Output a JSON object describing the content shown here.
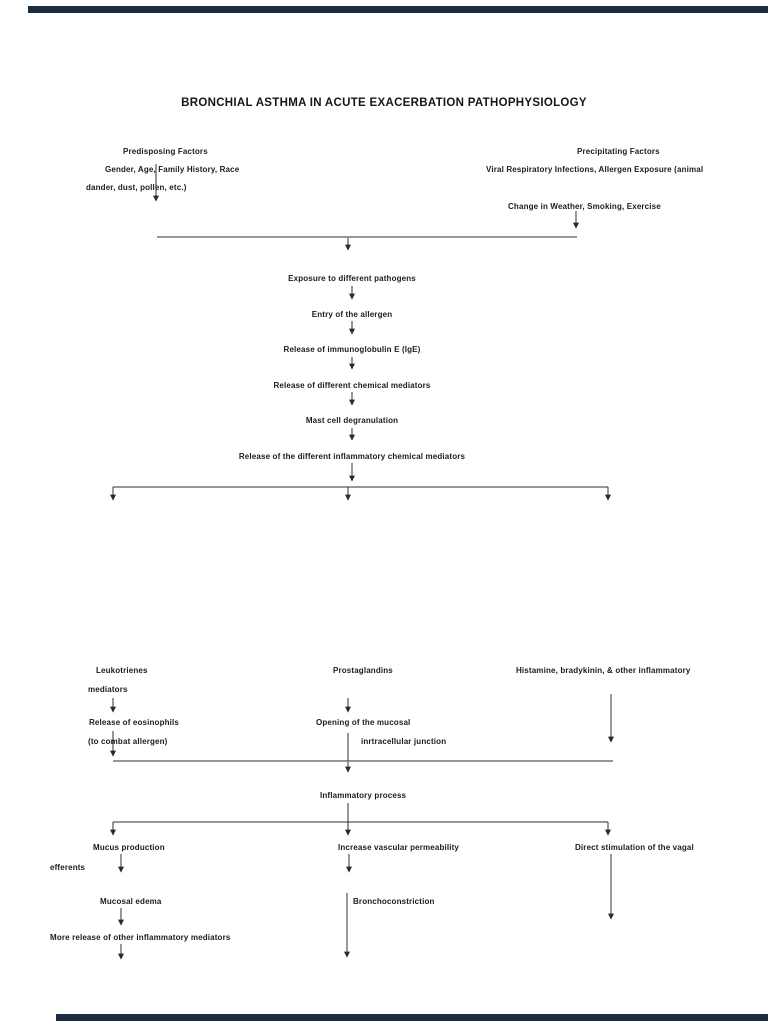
{
  "document": {
    "title": "BRONCHIAL ASTHMA IN ACUTE EXACERBATION PATHOPHYSIOLOGY"
  },
  "factors": {
    "predisposing": {
      "heading": "Predisposing Factors",
      "line1": "Gender, Age, Family History, Race",
      "line2": "dander, dust, pollen, etc.)"
    },
    "precipitating": {
      "heading": "Precipitating Factors",
      "line1": "Viral Respiratory Infections, Allergen Exposure (animal",
      "line2": "Change in Weather, Smoking, Exercise"
    }
  },
  "cascade": [
    "Exposure to different pathogens",
    "Entry of the allergen",
    "Release of immunoglobulin E (IgE)",
    "Release of different chemical mediators",
    "Mast cell degranulation",
    "Release of the different inflammatory chemical mediators"
  ],
  "mediators": {
    "leukotrienes": {
      "line1": "Leukotrienes",
      "line2": "mediators",
      "result1": "Release of eosinophils",
      "result2": "(to combat allergen)"
    },
    "prostaglandins": {
      "line1": "Prostaglandins",
      "result1": "Opening of the mucosal",
      "result2": "inrtracellular junction"
    },
    "histamine": {
      "line1": "Histamine, bradykinin, & other inflammatory"
    }
  },
  "process": {
    "label": "Inflammatory process"
  },
  "outcomes": {
    "left": {
      "line1": "Mucus production",
      "line2": "efferents",
      "line3": "Mucosal edema",
      "line4": "More release of other inflammatory mediators"
    },
    "center": {
      "line1": "Increase vascular permeability",
      "line2": "Bronchoconstriction"
    },
    "right": {
      "line1": "Direct stimulation of the vagal"
    }
  },
  "colors": {
    "page_background": "#ffffff",
    "text": "#1c1c1c",
    "line": "#2f2f2f",
    "frame_bar": "#1c2b3e"
  }
}
